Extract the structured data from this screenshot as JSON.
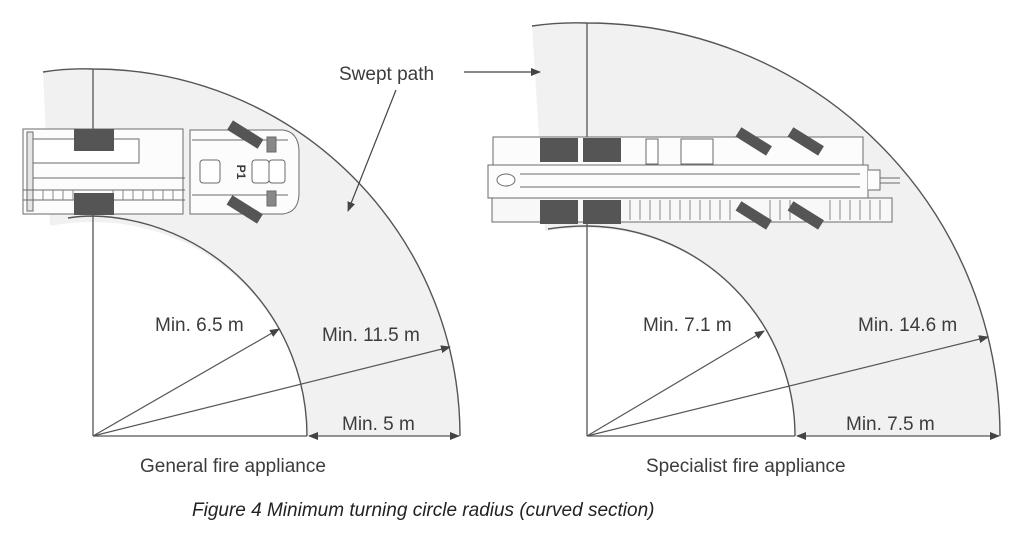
{
  "figure": {
    "caption": "Figure 4 Minimum turning circle radius (curved section)",
    "annotation": "Swept path",
    "colors": {
      "swept_fill": "#f1f1f1",
      "line": "#555555",
      "vehicle_dark": "#555555",
      "vehicle_outline": "#6a6a6a",
      "text": "#3c3c3c"
    },
    "diagrams": [
      {
        "id": "general",
        "title": "General fire appliance",
        "inner_radius_label": "Min. 6.5 m",
        "outer_radius_label": "Min. 11.5 m",
        "width_label": "Min. 5 m",
        "inner_radius_m": 6.5,
        "outer_radius_m": 11.5,
        "swept_width_m": 5,
        "vehicle_marking": "P1"
      },
      {
        "id": "specialist",
        "title": "Specialist fire appliance",
        "inner_radius_label": "Min. 7.1 m",
        "outer_radius_label": "Min. 14.6 m",
        "width_label": "Min. 7.5 m",
        "inner_radius_m": 7.1,
        "outer_radius_m": 14.6,
        "swept_width_m": 7.5
      }
    ]
  }
}
